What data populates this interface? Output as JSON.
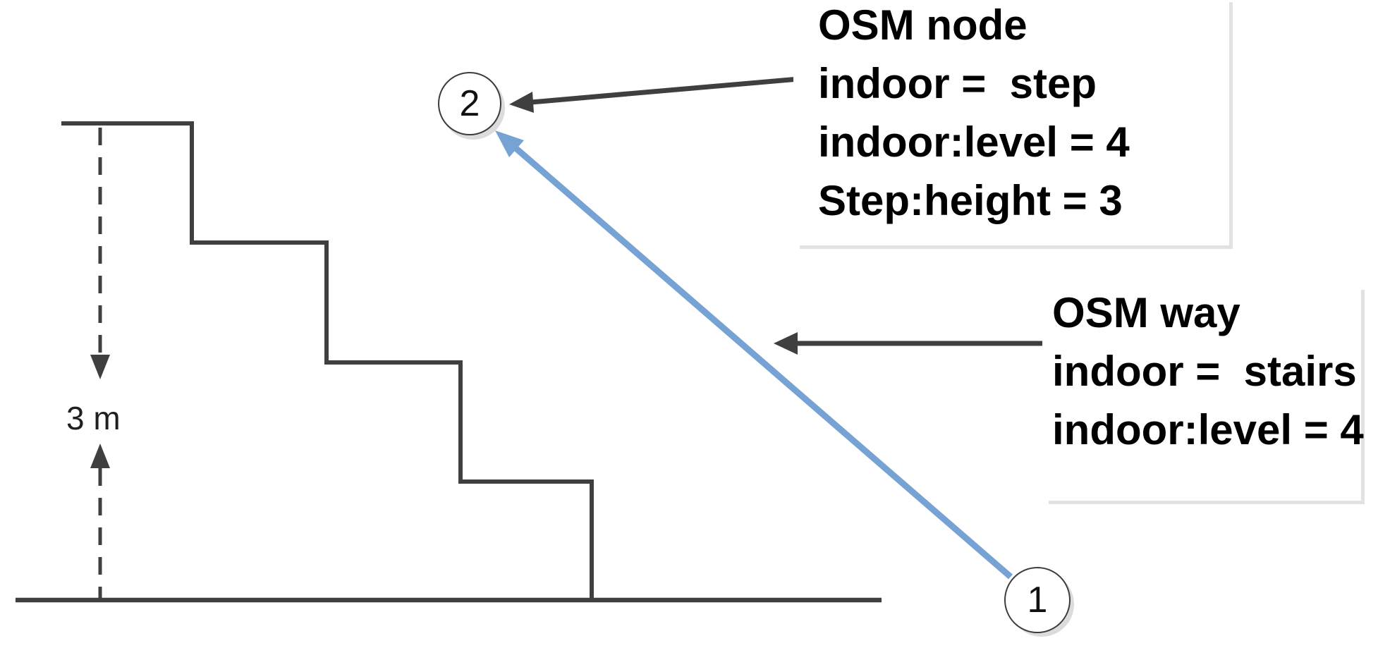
{
  "diagram": {
    "title_hint": "OSM indoor stairs tagging example",
    "measurement": {
      "label": "3 m"
    },
    "nodes": {
      "start": {
        "label": "1"
      },
      "end": {
        "label": "2"
      }
    },
    "node_box": {
      "lines": [
        "OSM node",
        "indoor =  step",
        "indoor:level = 4",
        "Step:height = 3"
      ]
    },
    "way_box": {
      "lines": [
        "OSM way",
        "indoor =  stairs",
        "indoor:level = 4"
      ]
    },
    "colors": {
      "line": "#3f3f3f",
      "way": "#76a2d4",
      "shadow": "#e2e2e2",
      "circle_stroke": "#3c3c3c",
      "circle_shadow": "#dcdcdc",
      "text": "#000000"
    }
  }
}
